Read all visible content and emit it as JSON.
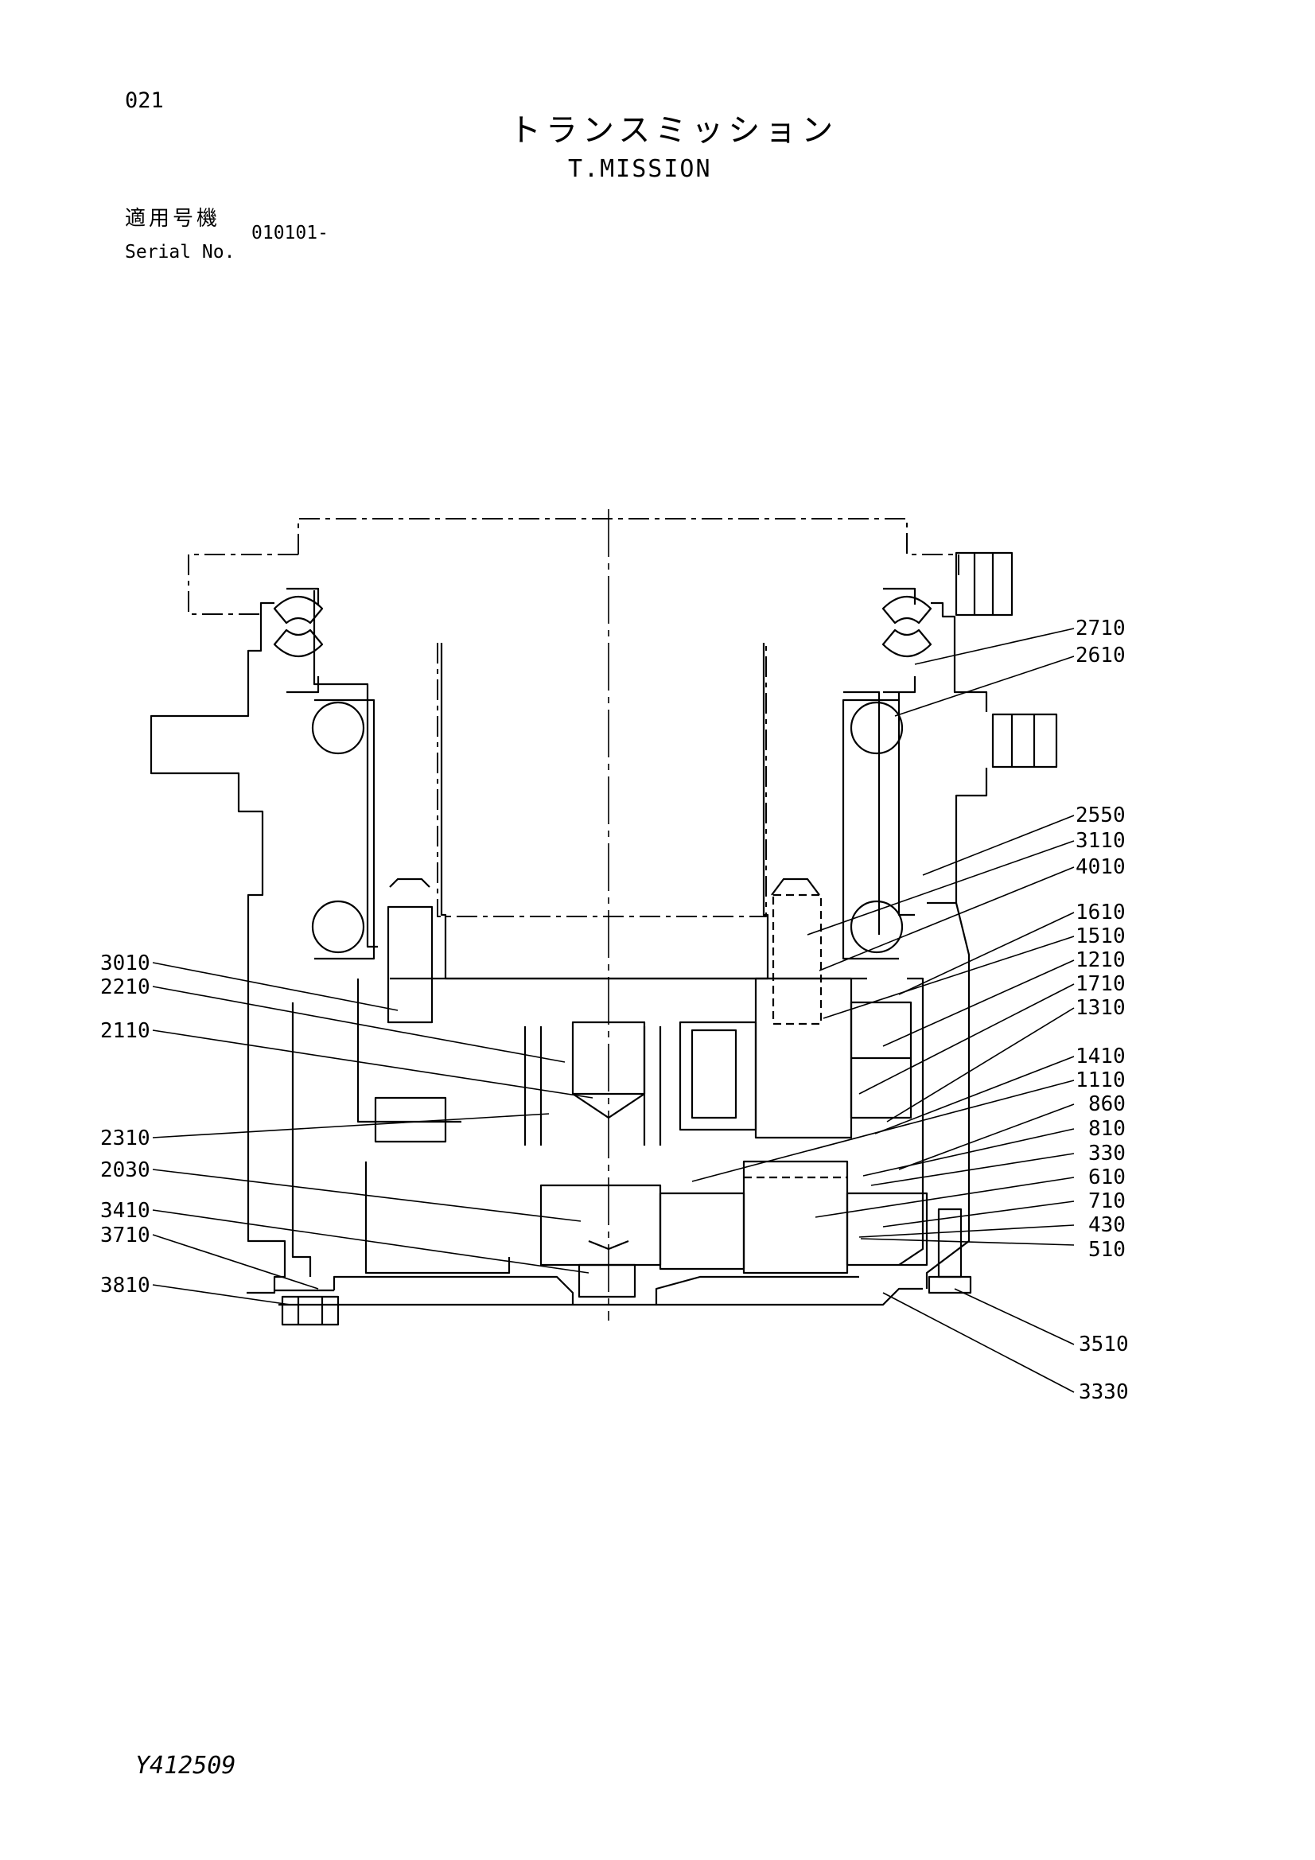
{
  "header": {
    "page_number": "021",
    "title_ja": "トランスミッション",
    "title_en": "T.MISSION",
    "serial_label_ja": "適用号機",
    "serial_label_en": "Serial No.",
    "serial_value": "010101-"
  },
  "footer": {
    "doc_code": "Y412509"
  },
  "callouts_left": [
    "3010",
    "2210",
    "2110",
    "2310",
    "2030",
    "3410",
    "3710",
    "3810"
  ],
  "callouts_right": [
    "2710",
    "2610",
    "2550",
    "3110",
    "4010",
    "1610",
    "1510",
    "1210",
    "1710",
    "1310",
    "1410",
    "1110",
    "860",
    "810",
    "330",
    "610",
    "710",
    "430",
    "510",
    "3510",
    "3330"
  ]
}
